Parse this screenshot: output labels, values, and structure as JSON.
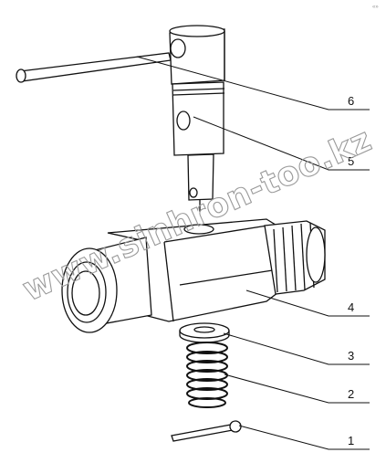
{
  "labels": {
    "part_1": "1",
    "part_2": "2",
    "part_3": "3",
    "part_4": "4",
    "part_5": "5",
    "part_6": "6"
  },
  "watermark": "www.sinhron-too.kz",
  "corner_mark": "«»"
}
